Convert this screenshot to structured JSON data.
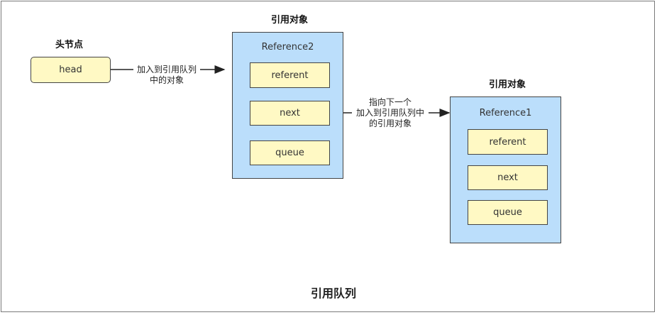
{
  "diagram": {
    "title": "引用队列",
    "head_group": {
      "label": "头节点",
      "node": "head"
    },
    "edge_head_to_ref2": {
      "line1": "加入到引用队列",
      "line2": "中的对象"
    },
    "ref2": {
      "group_label": "引用对象",
      "title": "Reference2",
      "fields": [
        "referent",
        "next",
        "queue"
      ]
    },
    "edge_ref2_to_ref1": {
      "line1": "指向下一个",
      "line2": "加入到引用队列中",
      "line3": "的引用对象"
    },
    "ref1": {
      "group_label": "引用对象",
      "title": "Reference1",
      "fields": [
        "referent",
        "next",
        "queue"
      ]
    },
    "colors": {
      "node_fill": "#fff9c4",
      "container_fill": "#bbdefb",
      "stroke": "#444444"
    }
  }
}
